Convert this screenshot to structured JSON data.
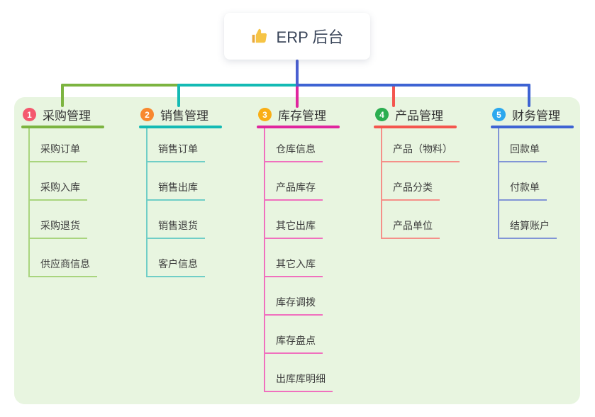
{
  "root": {
    "title": "ERP 后台",
    "icon": "thumbs-up-icon"
  },
  "colors": {
    "root_line": "#4a5fd1",
    "canvas_bg": "#e8f5e0"
  },
  "branches": [
    {
      "index": "1",
      "label": "采购管理",
      "badge": "#f4586e",
      "line": "#7cb440",
      "light": "#a9d57e",
      "children": [
        "采购订单",
        "采购入库",
        "采购退货",
        "供应商信息"
      ]
    },
    {
      "index": "2",
      "label": "销售管理",
      "badge": "#f8882f",
      "line": "#14bab4",
      "light": "#70cec7",
      "children": [
        "销售订单",
        "销售出库",
        "销售退货",
        "客户信息"
      ]
    },
    {
      "index": "3",
      "label": "库存管理",
      "badge": "#f9ae16",
      "line": "#e0269e",
      "light": "#f070be",
      "children": [
        "仓库信息",
        "产品库存",
        "其它出库",
        "其它入库",
        "库存调拨",
        "库存盘点",
        "出库库明细"
      ]
    },
    {
      "index": "4",
      "label": "产品管理",
      "badge": "#2bae50",
      "line": "#f4564e",
      "light": "#f59089",
      "children": [
        "产品（物料）",
        "产品分类",
        "产品单位"
      ]
    },
    {
      "index": "5",
      "label": "财务管理",
      "badge": "#2ba8ee",
      "line": "#3e63d3",
      "light": "#8195d6",
      "children": [
        "回款单",
        "付款单",
        "结算账户"
      ]
    }
  ]
}
